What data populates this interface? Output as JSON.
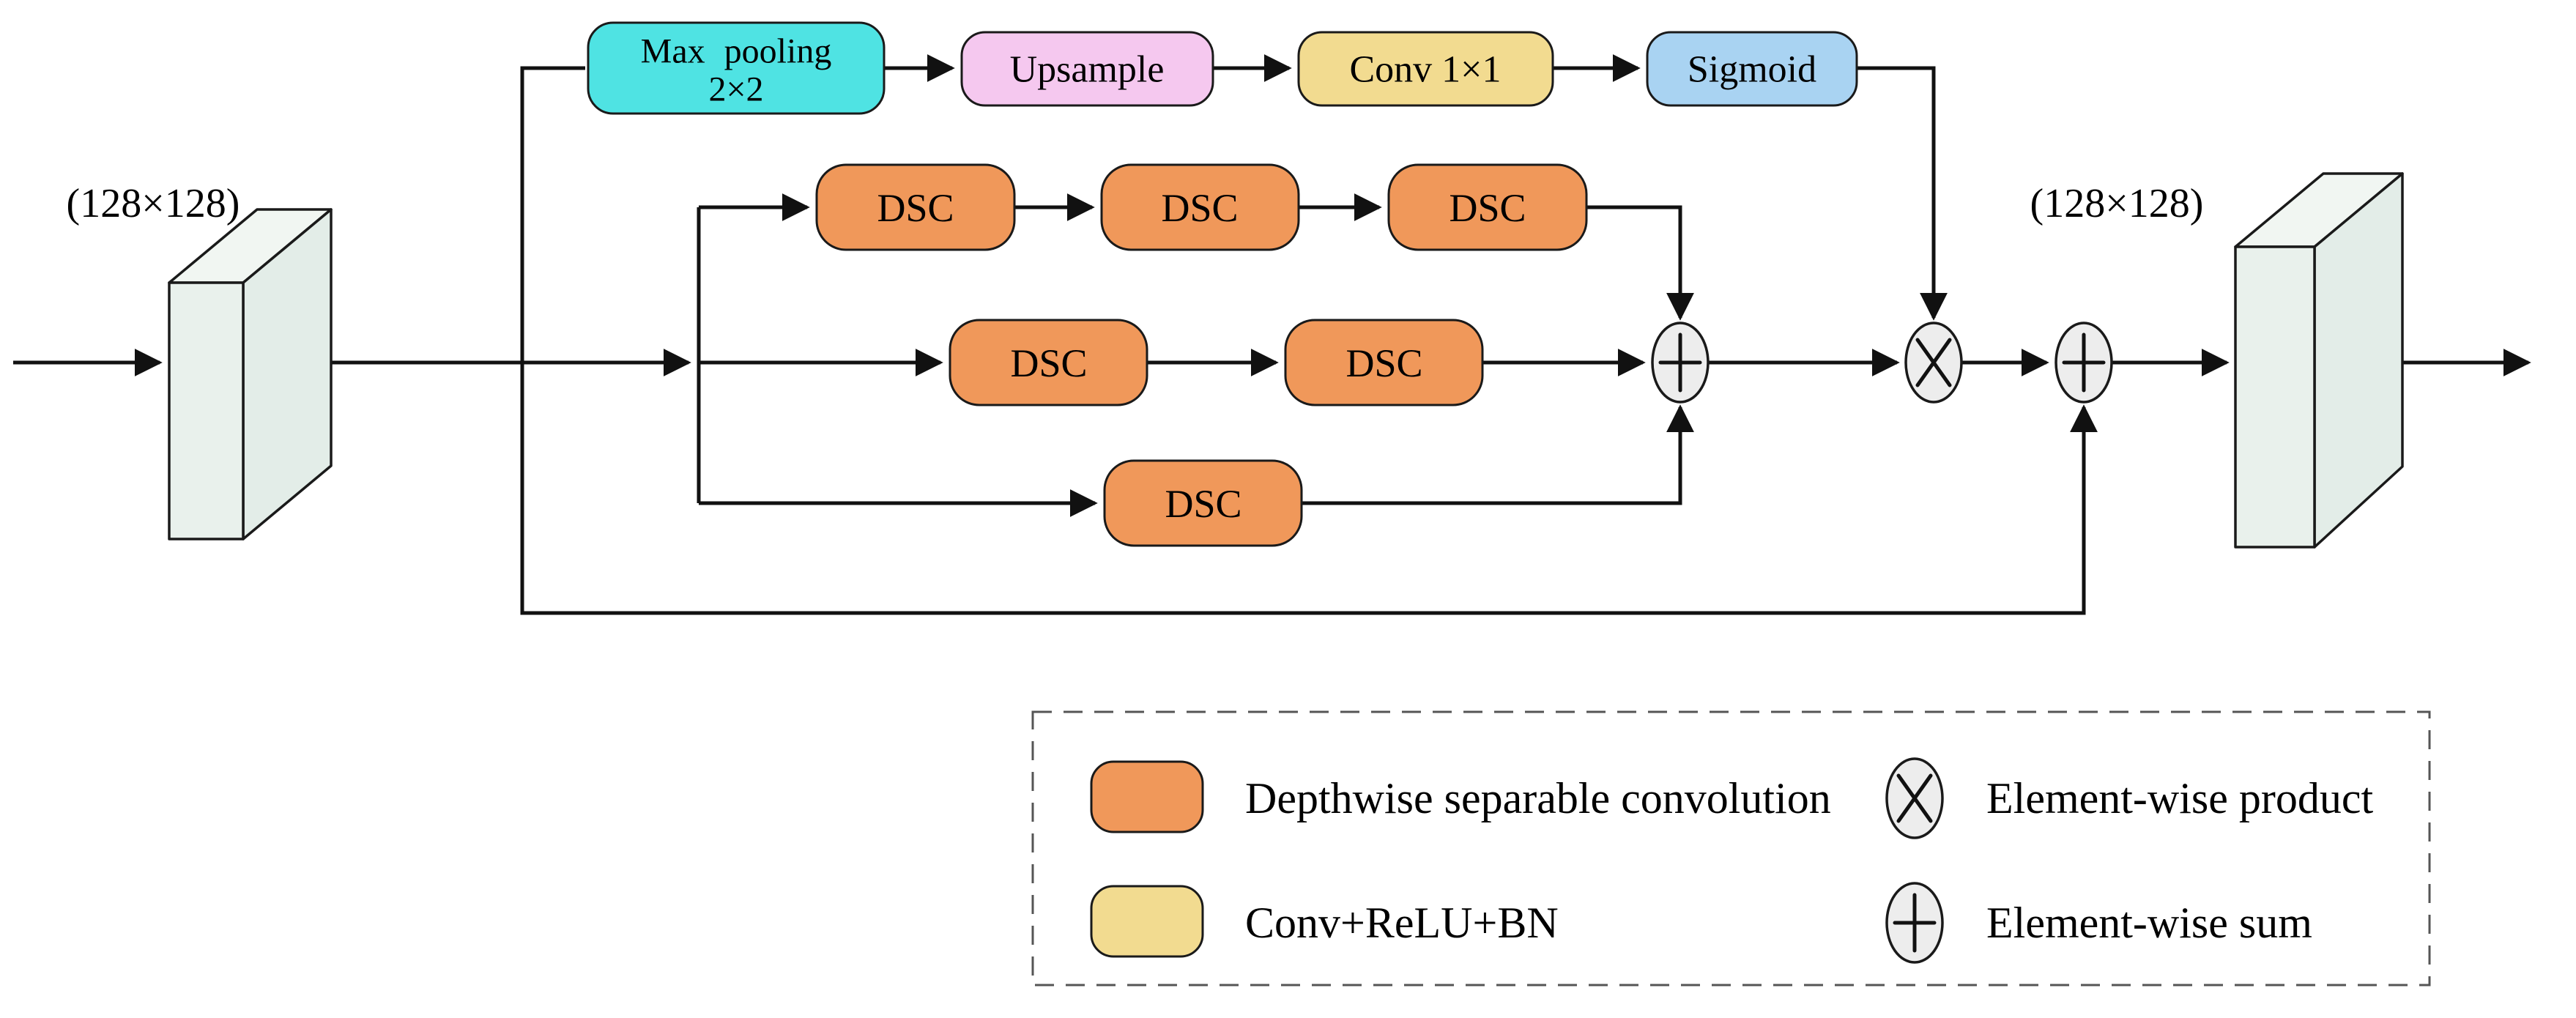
{
  "diagram": {
    "input_size_label": "(128×128)",
    "output_size_label": "(128×128)",
    "top_path": {
      "max_pooling": {
        "label_line1": "Max pooling",
        "label_line2": "2×2",
        "fill": "#4FE3E3"
      },
      "upsample": {
        "label": "Upsample",
        "fill": "#F5C8EF"
      },
      "conv_1x1": {
        "label": "Conv 1×1",
        "fill": "#F2DB90"
      },
      "sigmoid": {
        "label": "Sigmoid",
        "fill": "#A9D3F2"
      }
    },
    "branches": {
      "fill": "#F0985A",
      "row1": [
        "DSC",
        "DSC",
        "DSC"
      ],
      "row2": [
        "DSC",
        "DSC"
      ],
      "row3": [
        "DSC"
      ]
    },
    "operators": {
      "fill": "#EDEDED",
      "product_symbol": "×",
      "sum_symbol": "+"
    },
    "tensor_fill": {
      "front": "#E9F1EC",
      "top": "#F1F6F2",
      "side": "#E3EDE8"
    }
  },
  "legend": {
    "dsc_label": "Depthwise separable convolution",
    "conv_label": "Conv+ReLU+BN",
    "product_label": "Element-wise product",
    "sum_label": "Element-wise sum",
    "dsc_fill": "#F0985A",
    "conv_fill": "#F2DB90"
  }
}
